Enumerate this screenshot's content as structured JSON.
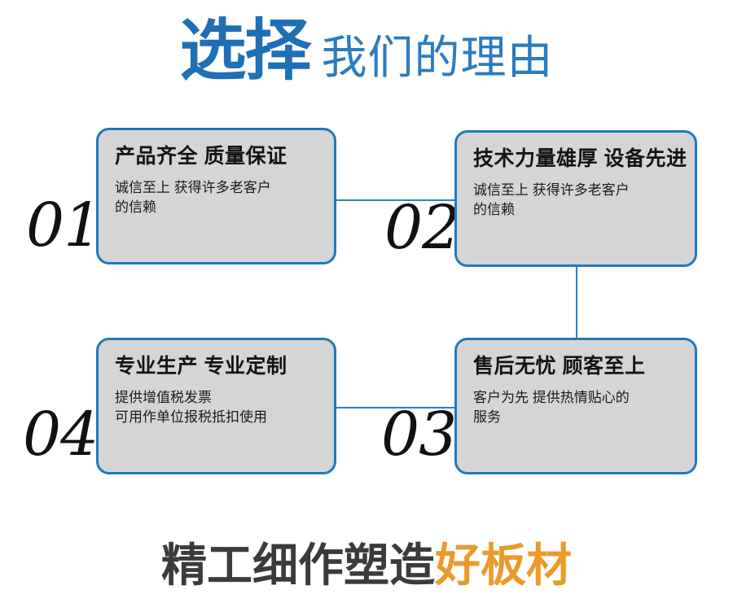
{
  "heading": {
    "strong": "选择",
    "light": "我们的理由",
    "strong_color": "#1f6fb5",
    "light_color": "#2b7cc0"
  },
  "theme": {
    "card_fill": "#d5d5d5",
    "card_border": "#1f79bd",
    "connector": "#2c7fbe",
    "number_color": "#111111",
    "footer_dark": "#3b3b3b",
    "footer_accent": "#eb9a29",
    "background": "#ffffff"
  },
  "cards": [
    {
      "number": "01",
      "title": "产品齐全 质量保证",
      "body": [
        "诚信至上 获得许多老客户",
        "的信赖"
      ]
    },
    {
      "number": "02",
      "title": "技术力量雄厚 设备先进",
      "body": [
        "诚信至上 获得许多老客户",
        "的信赖"
      ]
    },
    {
      "number": "03",
      "title": "售后无忧 顾客至上",
      "body": [
        "客户为先 提供热情贴心的",
        "服务"
      ]
    },
    {
      "number": "04",
      "title": "专业生产 专业定制",
      "body": [
        "提供增值税发票",
        "可用作单位报税抵扣使用"
      ]
    }
  ],
  "footer": {
    "dark": "精工细作塑造",
    "accent": "好板材"
  }
}
